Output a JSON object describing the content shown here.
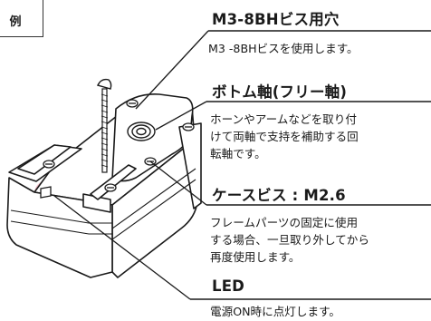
{
  "side_label": "例",
  "callouts": [
    {
      "title": "M3-8BHビス用穴",
      "lines": [
        "M3 -8BHビスを使用します。"
      ]
    },
    {
      "title": "ボトム軸(フリー軸)",
      "lines": [
        "ホーンやアームなどを取り付",
        "けて両軸で支持を補助する回",
        "転軸です。"
      ]
    },
    {
      "title": "ケースビス : M2.6",
      "lines": [
        "フレームパーツの固定に使用",
        "する場合、一旦取り外してから",
        "再度使用します。"
      ]
    },
    {
      "title": "LED",
      "lines": [
        "電源ON時に点灯します。"
      ]
    }
  ],
  "colors": {
    "highlight": "#f4a3b4",
    "line": "#1a1a1a",
    "body": "#ffffff",
    "shadow": "#cfcfcf"
  }
}
